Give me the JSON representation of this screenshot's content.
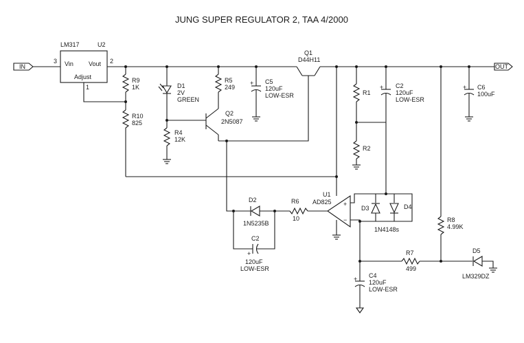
{
  "title": "JUNG SUPER REGULATOR 2, TAA 4/2000",
  "ports": {
    "in": "IN",
    "out": "OUT"
  },
  "u2": {
    "part": "LM317",
    "ref": "U2",
    "vin": "Vin",
    "vout": "Vout",
    "adjust": "Adjust",
    "pin_in": "3",
    "pin_out": "2",
    "pin_adj": "1"
  },
  "q1": {
    "ref": "Q1",
    "part": "D44H11"
  },
  "q2": {
    "ref": "Q2",
    "part": "2N5087"
  },
  "r9": {
    "ref": "R9",
    "value": "1K"
  },
  "r10": {
    "ref": "R10",
    "value": "825"
  },
  "d1": {
    "ref": "D1",
    "value": "2V",
    "note": "GREEN"
  },
  "r5": {
    "ref": "R5",
    "value": "249"
  },
  "r4": {
    "ref": "R4",
    "value": "12K"
  },
  "c5": {
    "ref": "C5",
    "value": "120uF",
    "note": "LOW-ESR"
  },
  "r1": {
    "ref": "R1"
  },
  "r2": {
    "ref": "R2"
  },
  "c2": {
    "ref": "C2",
    "value": "120uF",
    "note": "LOW-ESR"
  },
  "c6": {
    "ref": "C6",
    "value": "100uF"
  },
  "u1": {
    "ref": "U1",
    "part": "AD825"
  },
  "d2": {
    "ref": "D2",
    "part": "1N5235B"
  },
  "r6": {
    "ref": "R6",
    "value": "10"
  },
  "c1": {
    "ref": "C2",
    "value": "120uF",
    "note": "LOW-ESR"
  },
  "d3": {
    "ref": "D3"
  },
  "d4": {
    "ref": "D4"
  },
  "d34": {
    "part": "1N4148s"
  },
  "r8": {
    "ref": "R8",
    "value": "4.99K"
  },
  "r7": {
    "ref": "R7",
    "value": "499"
  },
  "d5": {
    "ref": "D5",
    "part": "LM329DZ"
  },
  "c4": {
    "ref": "C4",
    "value": "120uF",
    "note": "LOW-ESR"
  }
}
